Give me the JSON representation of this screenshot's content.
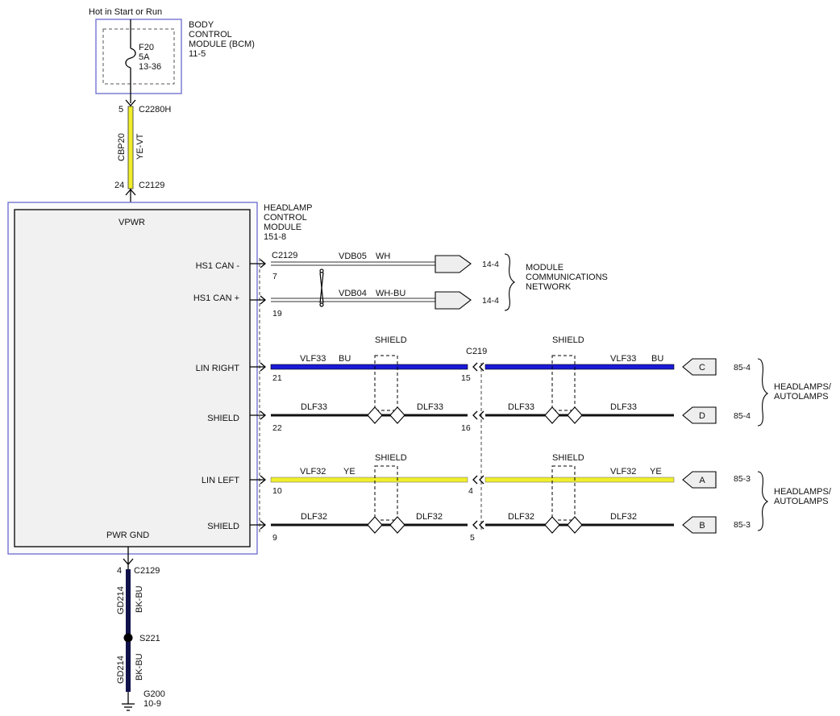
{
  "bcm": {
    "supply_label": "Hot in Start or Run",
    "title_lines": [
      "BODY",
      "CONTROL",
      "MODULE (BCM)",
      "11-5"
    ],
    "fuse_lines": [
      "F20",
      "5A",
      "13-36"
    ]
  },
  "feed": {
    "top_pin": "5",
    "top_connector": "C2280H",
    "circuit": "CBP20",
    "color": "YE-VT",
    "bottom_pin": "24",
    "bottom_connector": "C2129"
  },
  "hcm": {
    "title_lines": [
      "HEADLAMP",
      "CONTROL",
      "MODULE",
      "151-8"
    ],
    "vpwr": "VPWR",
    "pwr_gnd": "PWR GND",
    "terminals": [
      "HS1 CAN -",
      "HS1 CAN +",
      "LIN RIGHT",
      "SHIELD",
      "LIN LEFT",
      "SHIELD"
    ]
  },
  "can": {
    "connector": "C2129",
    "lines": [
      {
        "pin": "7",
        "circuit": "VDB05",
        "color": "WH",
        "ref": "14-4"
      },
      {
        "pin": "19",
        "circuit": "VDB04",
        "color": "WH-BU",
        "ref": "14-4"
      }
    ],
    "network_lines": [
      "MODULE",
      "COMMUNICATIONS",
      "NETWORK"
    ]
  },
  "inline_connector": "C219",
  "shield_label": "SHIELD",
  "right_group": {
    "lines": [
      {
        "pin_left": "21",
        "pin_right": "15",
        "circuit": "VLF33",
        "color": "BU",
        "tag": "C",
        "ref": "85-4"
      },
      {
        "pin_left": "22",
        "pin_right": "16",
        "circuit": "DLF33",
        "color": "",
        "tag": "D",
        "ref": "85-4"
      }
    ]
  },
  "left_group": {
    "lines": [
      {
        "pin_left": "10",
        "pin_right": "4",
        "circuit": "VLF32",
        "color": "YE",
        "tag": "A",
        "ref": "85-3"
      },
      {
        "pin_left": "9",
        "pin_right": "5",
        "circuit": "DLF32",
        "color": "",
        "tag": "B",
        "ref": "85-3"
      }
    ]
  },
  "headlamps_lines": [
    "HEADLAMPS/",
    "AUTOLAMPS"
  ],
  "ground": {
    "top_pin": "4",
    "top_connector": "C2129",
    "circuit": "GD214",
    "color": "BK-BU",
    "splice": "S221",
    "ground_point": "G200",
    "ground_ref": "10-9"
  },
  "colors": {
    "box_border": "#6a6ad0",
    "module_fill": "#f1f1f1",
    "wire_yellow": "#f0ee2a",
    "wire_blue": "#1a1ad8",
    "wire_black": "#111111",
    "wire_navy": "#12124a",
    "plug_fill": "#eeeeee"
  }
}
